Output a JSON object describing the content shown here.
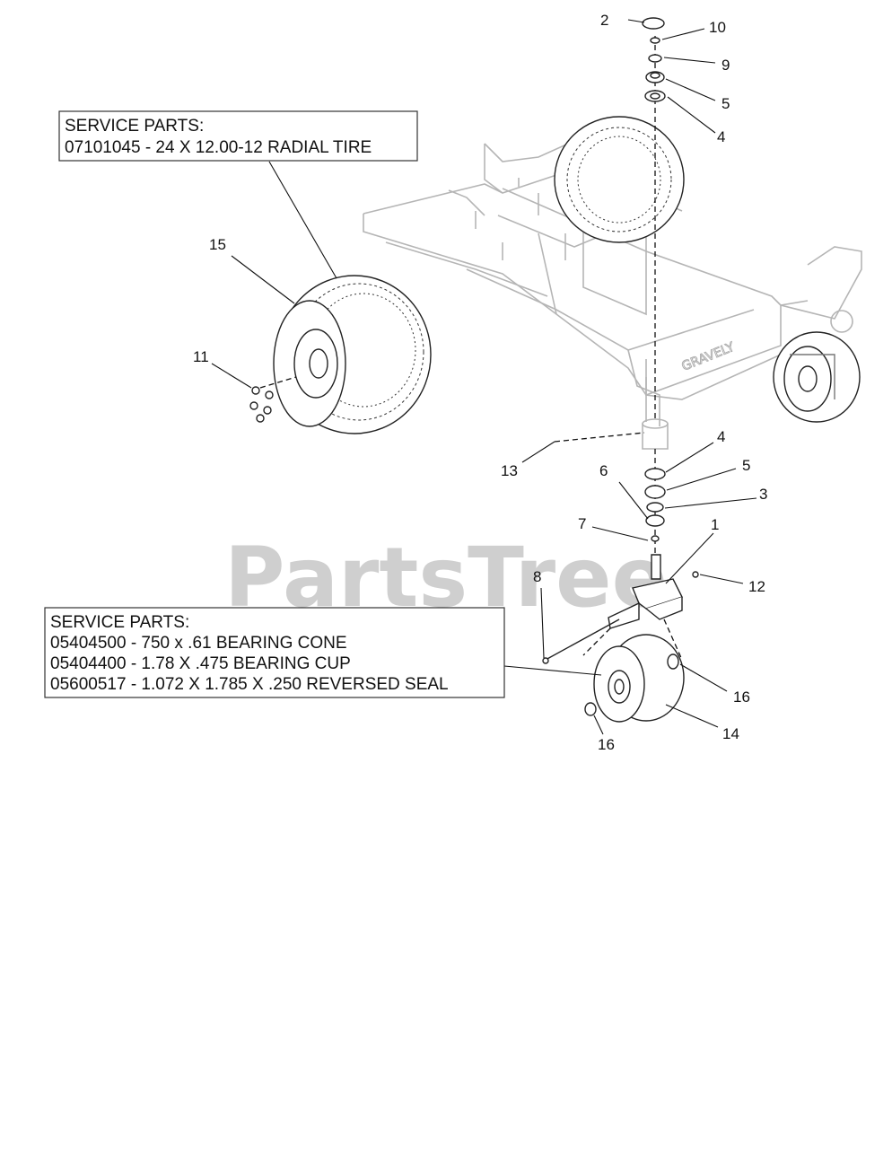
{
  "watermark": "PartsTree",
  "service_boxes": [
    {
      "title": "SERVICE PARTS:",
      "lines": [
        "07101045 - 24 X 12.00-12 RADIAL TIRE"
      ]
    },
    {
      "title": "SERVICE PARTS:",
      "lines": [
        "05404500 - 750 x .61 BEARING CONE",
        "05404400 - 1.78 X .475 BEARING CUP",
        "05600517 - 1.072 X 1.785 X .250 REVERSED SEAL"
      ]
    }
  ],
  "frame_brand": "GRAVELY",
  "callouts": [
    "2",
    "10",
    "9",
    "5",
    "4",
    "15",
    "11",
    "4",
    "5",
    "3",
    "6",
    "13",
    "7",
    "1",
    "8",
    "12",
    "16",
    "14",
    "16"
  ]
}
